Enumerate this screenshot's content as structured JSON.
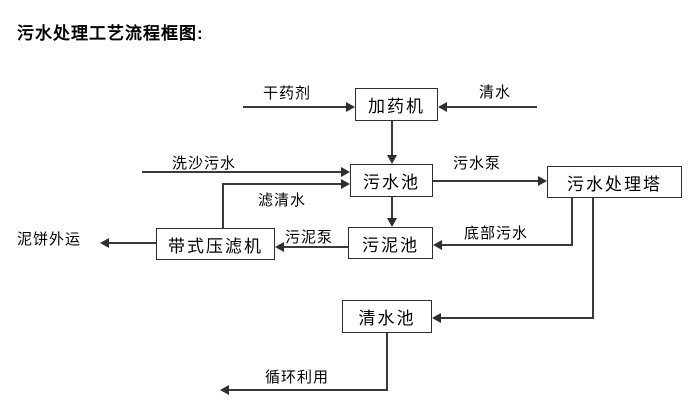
{
  "title": "污水处理工艺流程框图:",
  "diagram": {
    "nodes": {
      "dosing_machine": "加药机",
      "sewage_pool": "污水池",
      "treatment_tower": "污水处理塔",
      "sludge_pool": "污泥池",
      "belt_filter_press": "带式压滤机",
      "clear_water_pool": "清水池"
    },
    "flow_labels": {
      "dry_chemical": "干药剂",
      "clear_water": "清水",
      "sand_washing_sewage": "洗沙污水",
      "filtered_clear_water": "滤清水",
      "sewage_pump": "污水泵",
      "bottom_sewage": "底部污水",
      "sludge_pump": "污泥泵",
      "mud_cake_outbound": "泥饼外运",
      "recycling": "循环利用"
    },
    "edges": [
      {
        "source": "干药剂",
        "target": "加药机",
        "label": "干药剂"
      },
      {
        "source": "清水",
        "target": "加药机",
        "label": "清水"
      },
      {
        "source": "加药机",
        "target": "污水池",
        "label": ""
      },
      {
        "source": "洗沙污水",
        "target": "污水池",
        "label": "洗沙污水"
      },
      {
        "source": "带式压滤机",
        "target": "污水池",
        "label": "滤清水"
      },
      {
        "source": "污水池",
        "target": "污水处理塔",
        "label": "污水泵"
      },
      {
        "source": "污水池",
        "target": "污泥池",
        "label": ""
      },
      {
        "source": "污水处理塔",
        "target": "污泥池",
        "label": "底部污水"
      },
      {
        "source": "污水处理塔",
        "target": "清水池",
        "label": ""
      },
      {
        "source": "污泥池",
        "target": "带式压滤机",
        "label": "污泥泵"
      },
      {
        "source": "带式压滤机",
        "target": "泥饼外运",
        "label": "泥饼外运"
      },
      {
        "source": "清水池",
        "target": "循环利用",
        "label": "循环利用"
      }
    ]
  },
  "colors": {
    "background": "#ffffff",
    "line": "#3a3a3a",
    "border": "#2f2f2f",
    "text": "#000000"
  }
}
